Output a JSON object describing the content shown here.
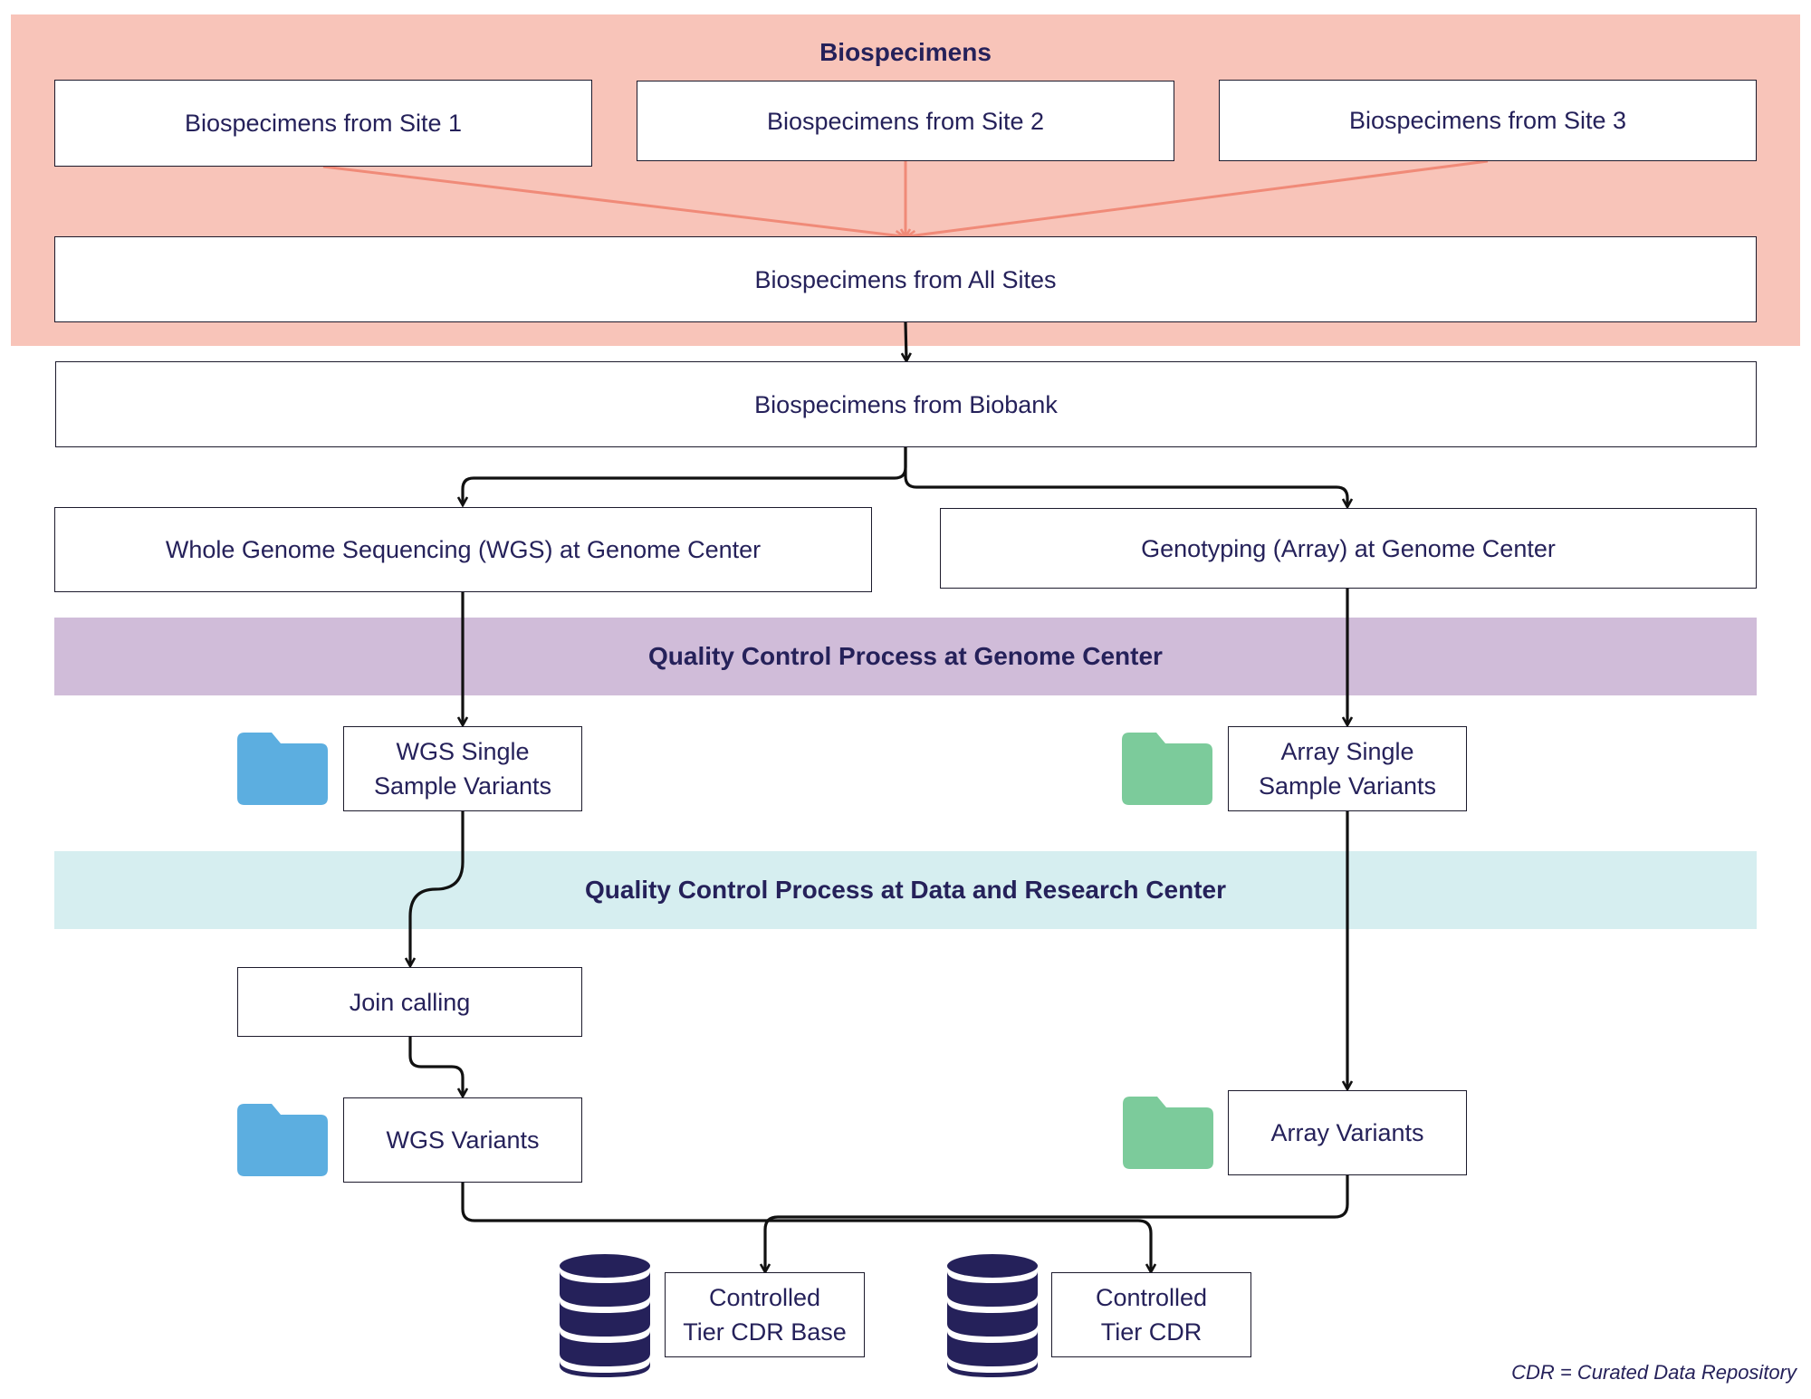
{
  "colors": {
    "biospecimens_panel": "#f8c4b9",
    "qc_genome_band": "#d0bcd9",
    "qc_drc_band": "#d6eef0",
    "site_arrows": "#f08a78",
    "connectors": "#111111",
    "wgs_folder": "#5caee0",
    "array_folder": "#7ccb9b",
    "database": "#25215a",
    "text": "#25215a"
  },
  "biospecimens_panel": {
    "title": "Biospecimens",
    "site1": "Biospecimens from Site 1",
    "site2": "Biospecimens from Site 2",
    "site3": "Biospecimens from Site 3",
    "all_sites": "Biospecimens from All Sites"
  },
  "biobank": "Biospecimens from Biobank",
  "wgs_center": "Whole Genome Sequencing (WGS) at Genome Center",
  "array_center": "Genotyping (Array) at Genome Center",
  "qc_genome_center": "Quality Control Process at Genome Center",
  "wgs_single": "WGS Single\nSample Variants",
  "array_single": "Array Single\nSample Variants",
  "qc_data_research_center": "Quality Control Process at Data and Research Center",
  "join_calling": "Join calling",
  "wgs_variants": "WGS Variants",
  "array_variants": "Array Variants",
  "cdr_base": "Controlled\nTier CDR Base",
  "cdr": "Controlled\nTier CDR",
  "icons": {
    "wgs_single_folder": "folder-icon",
    "array_single_folder": "folder-icon",
    "wgs_variants_folder": "folder-icon",
    "array_variants_folder": "folder-icon",
    "cdr_base_db": "database-icon",
    "cdr_db": "database-icon"
  },
  "footnote": "CDR = Curated Data Repository"
}
